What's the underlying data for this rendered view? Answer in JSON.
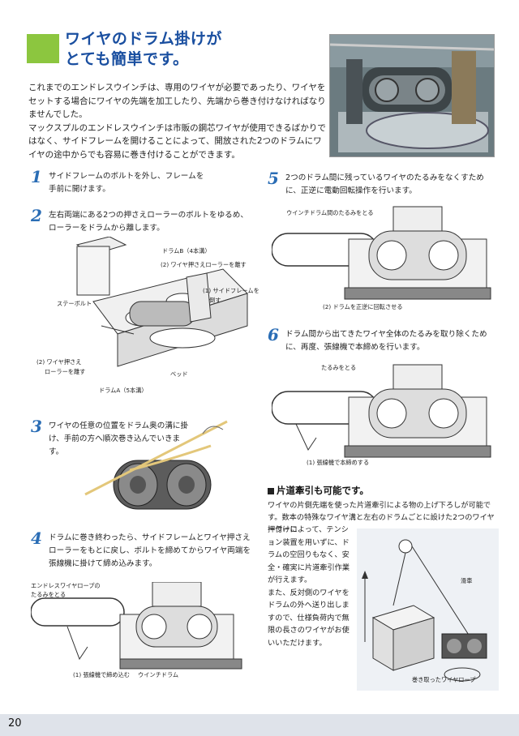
{
  "header": {
    "title_line1": "ワイヤのドラム掛けが",
    "title_line2": "とても簡単です。"
  },
  "intro": {
    "p1": "これまでのエンドレスウインチは、専用のワイヤが必要であったり、ワイヤをセットする場合にワイヤの先端を加工したり、先端から巻き付けなければなりませんでした。",
    "p2": "マックスプルのエンドレスウインチは市販の鋼芯ワイヤが使用できるばかりではなく、サイドフレームを開けることによって、開放された2つのドラムにワイヤの途中からでも容易に巻き付けることができます。"
  },
  "steps": [
    {
      "num": "1",
      "text": "サイドフレームのボルトを外し、フレームを手前に開けます。"
    },
    {
      "num": "2",
      "text": "左右両端にある2つの押さえローラーのボルトをゆるめ、ローラーをドラムから離します。"
    },
    {
      "num": "3",
      "text": "ワイヤの任意の位置をドラム奥の溝に掛け、手前の方へ順次巻き込んでいきます。"
    },
    {
      "num": "4",
      "text": "ドラムに巻き終わったら、サイドフレームとワイヤ押さえローラーをもとに戻し、ボルトを締めてからワイヤ両端を張線機に掛けて締め込みます。"
    },
    {
      "num": "5",
      "text": "2つのドラム間に残っているワイヤのたるみをなくすために、正逆に電動回転操作を行います。"
    },
    {
      "num": "6",
      "text": "ドラム間から出てきたワイヤ全体のたるみを取り除くために、再度、張線機で本締めを行います。"
    }
  ],
  "diagram2_labels": {
    "drum_b": "ドラムB（4本溝）",
    "roller_release_top": "(2) ワイヤ押さえローラーを離す",
    "stay_bolt": "ステーボルト",
    "side_frame_line1": "(1) サイドフレームを",
    "side_frame_line2": "倒す",
    "roller_release_left_line1": "(2) ワイヤ押さえ",
    "roller_release_left_line2": "ローラーを離す",
    "bed": "ベッド",
    "drum_a": "ドラムA（5本溝）"
  },
  "diagram4_labels": {
    "slack_line1": "エンドレスワイヤロープの",
    "slack_line2": "たるみをとる",
    "tighten": "(1) 張線機で締め込む",
    "winch_drum": "ウインチドラム"
  },
  "diagram5_labels": {
    "slack_between": "ウインチドラム間のたるみをとる",
    "rotate": "(2) ドラムを正逆に回転させる"
  },
  "diagram6_labels": {
    "slack": "たるみをとる",
    "final_tighten": "(1) 張線機で本締めする"
  },
  "one_way": {
    "title": "片道牽引も可能です。",
    "lead": "ワイヤの片側先端を使った片道牽引による物の上げ下ろしが可能です。数本の特殊なワイヤ溝と左右のドラムごとに設けた2つのワイヤ押付けロ",
    "col_lines": [
      "ーラーによって、テンシ",
      "ョン装置を用いずに、ド",
      "ラムの空回りもなく、安",
      "全・確実に片道牽引作業",
      "が行えます。",
      "また、反対側のワイヤを",
      "ドラムの外へ送り出しま",
      "すので、仕様負荷内で無",
      "限の長さのワイヤがお使",
      "いいただけます。"
    ],
    "pulley_label": "滑車",
    "rope_label": "巻き取ったワイヤロープ"
  },
  "footer": {
    "page_number": "20"
  }
}
